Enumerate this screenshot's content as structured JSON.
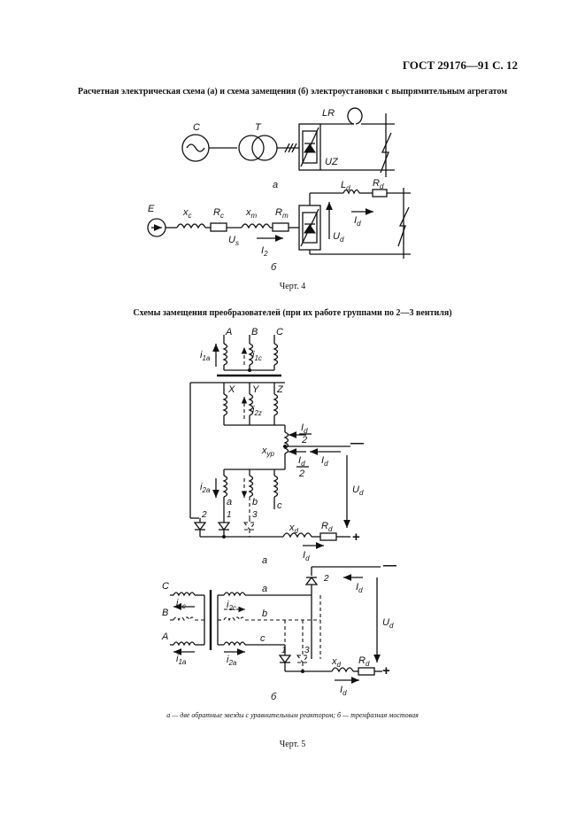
{
  "header": "ГОСТ 29176—91 С. 12",
  "fig4": {
    "caption": "Расчетная электрическая схема (а) и схема замещения (б) электроустановки с выпрямительным агрегатом",
    "a": {
      "C": "C",
      "T": "T",
      "LR": "LR",
      "UZ": "UZ",
      "sub": "а"
    },
    "b": {
      "E": "E",
      "xc": "x",
      "xc_sub": "c",
      "Rc": "R",
      "Rc_sub": "c",
      "xm": "x",
      "xm_sub": "m",
      "Rm": "R",
      "Rm_sub": "m",
      "Us": "U",
      "Us_sub": "s",
      "I2": "I",
      "I2_sub": "2",
      "Ld": "L",
      "Ld_sub": "d",
      "Rd": "R",
      "Rd_sub": "d",
      "Id": "I",
      "Id_sub": "d",
      "Ud": "U",
      "Ud_sub": "d",
      "sub": "б"
    },
    "label": "Черт. 4"
  },
  "fig5": {
    "caption": "Схемы замещения преобразователей (при их работе группами по 2—3 вентиля)",
    "a": {
      "A": "A",
      "B": "B",
      "C": "C",
      "X": "X",
      "Y": "Y",
      "Z": "Z",
      "i1a": "i",
      "i1a_sub": "1a",
      "i1c": "i",
      "i1c_sub": "1c",
      "i2z": "i",
      "i2z_sub": "2z",
      "i2a": "i",
      "i2a_sub": "2a",
      "Id_half_top": "I",
      "Id_half_top_sub": "d",
      "two_top": "2",
      "Id_half_bot": "I",
      "Id_half_bot_sub": "d",
      "two_bot": "2",
      "xyp": "x",
      "xyp_sub": "ур",
      "Id": "I",
      "Id_sub": "d",
      "Ud": "U",
      "Ud_sub": "d",
      "a": "a",
      "b": "b",
      "c": "c",
      "v2": "2",
      "v1": "1",
      "v3": "3",
      "xd": "x",
      "xd_sub": "d",
      "Rd": "R",
      "Rd_sub": "d",
      "Id2": "I",
      "Id2_sub": "d",
      "minus": "—",
      "plus": "+",
      "sub": "а"
    },
    "b": {
      "C": "C",
      "B": "B",
      "A": "A",
      "i1c": "i",
      "i1c_sub": "1c",
      "i1a": "i",
      "i1a_sub": "1a",
      "i2c": "i",
      "i2c_sub": "2c",
      "i2a": "i",
      "i2a_sub": "2a",
      "a": "a",
      "b": "b",
      "c": "c",
      "v2": "2",
      "v1": "1",
      "v3": "3",
      "Id_top": "I",
      "Id_top_sub": "d",
      "Ud": "U",
      "Ud_sub": "d",
      "xd": "x",
      "xd_sub": "d",
      "Rd": "R",
      "Rd_sub": "d",
      "Id": "I",
      "Id_sub": "d",
      "minus": "—",
      "plus": "+",
      "sub": "б"
    },
    "note": "а — две обратные звезды с уравнительным реактором; б — трехфазная мостовая",
    "label": "Черт. 5"
  }
}
